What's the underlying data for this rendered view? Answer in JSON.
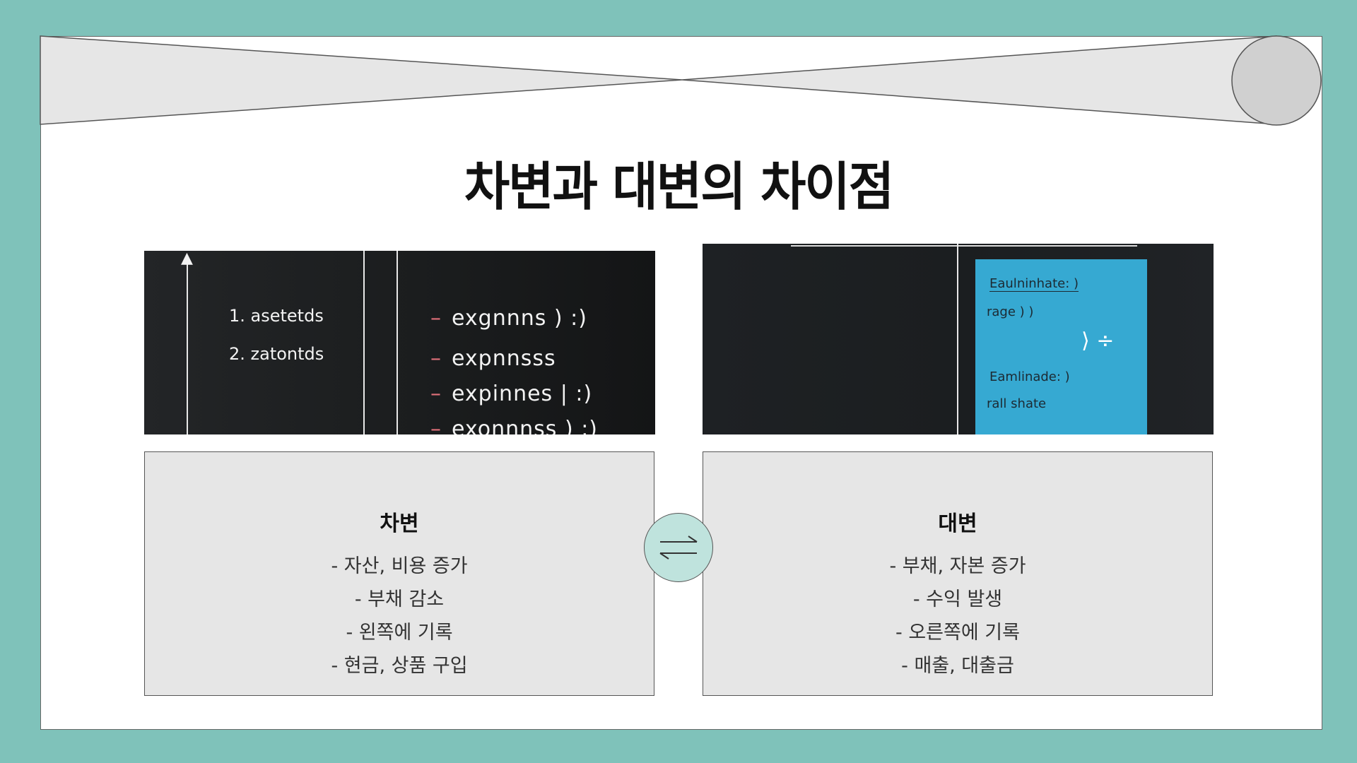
{
  "title": "차변과 대변의 차이점",
  "colors": {
    "background": "#7fc2ba",
    "panel": "#e6e6e6",
    "swap_circle": "#bfe3dd",
    "card_blue": "#36a9d2"
  },
  "icons": {
    "swap": "swap-arrows-icon"
  },
  "photo_left": {
    "left_column": [
      "1. asetetds",
      "2. zatontds"
    ],
    "right_column": [
      "exgnnns ) :)",
      "expnnsss",
      "expinnes | :)",
      "exonnnss ) :)"
    ]
  },
  "photo_right": {
    "card_lines": [
      "Eaulninhate: )",
      "rage ) )",
      "⟩ ÷",
      "Eamlinade: )",
      "rall shate"
    ]
  },
  "debit": {
    "title": "차변",
    "items": [
      "- 자산, 비용 증가",
      "- 부채 감소",
      "- 왼쪽에 기록",
      "- 현금, 상품 구입"
    ]
  },
  "credit": {
    "title": "대변",
    "items": [
      "- 부채, 자본 증가",
      "- 수익 발생",
      "- 오른쪽에 기록",
      "- 매출, 대출금"
    ]
  }
}
